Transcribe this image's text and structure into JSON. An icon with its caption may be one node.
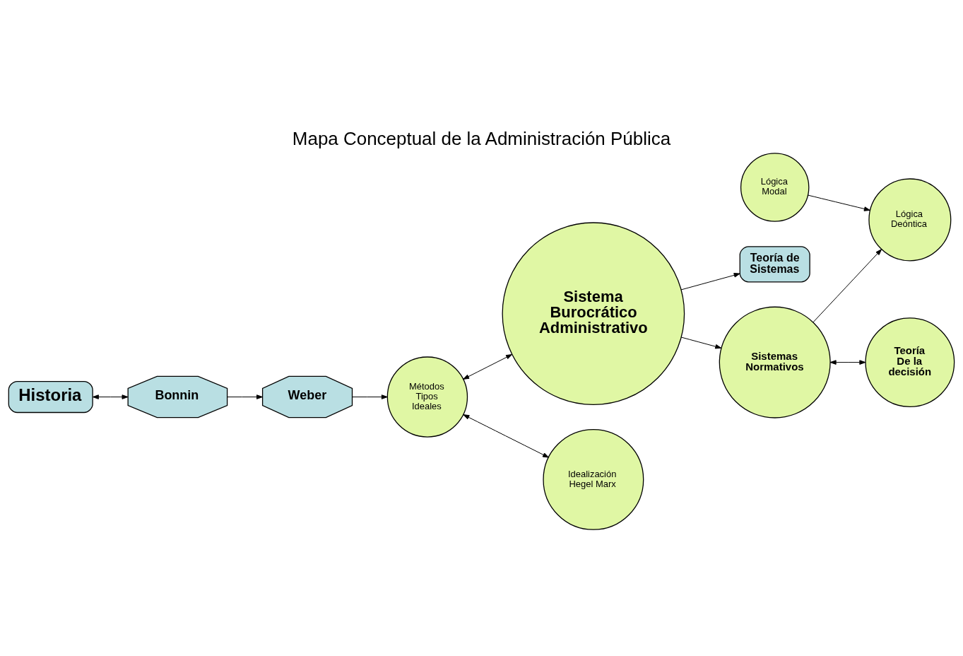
{
  "diagram": {
    "title": "Mapa Conceptual de la Administración Pública",
    "nodes": [
      {
        "text": [
          "Teoría de Sistemas"
        ]
      },
      {
        "text": [
          "Historia"
        ]
      },
      {
        "text": [
          "Sistema Burocrático Administrativo"
        ]
      },
      {
        "text": [
          "Bonnin"
        ]
      },
      {
        "text": [
          "Sistemas Normativos"
        ]
      },
      {
        "text": [
          "Métodos Tipos Ideales"
        ]
      },
      {
        "text": [
          "Lógica Deóntica"
        ]
      },
      {
        "text": [
          "Weber"
        ]
      },
      {
        "text": [
          "Teoría De la decisión"
        ]
      },
      {
        "text": [
          "Idealización Hegel Marx"
        ]
      },
      {
        "text": [
          "Lógica Modal"
        ]
      }
    ],
    "edges": [
      {
        "from": 1,
        "to": 3,
        "arrow": "both"
      },
      {
        "from": 3,
        "to": 7,
        "arrow": "to"
      },
      {
        "from": 7,
        "to": 5,
        "arrow": "to"
      },
      {
        "from": 5,
        "to": 2,
        "arrow": "both"
      },
      {
        "from": 5,
        "to": 9,
        "arrow": "both"
      },
      {
        "from": 2,
        "to": 0,
        "arrow": "to"
      },
      {
        "from": 2,
        "to": 4,
        "arrow": "to"
      },
      {
        "from": 4,
        "to": 8,
        "arrow": "both"
      },
      {
        "from": 4,
        "to": 6,
        "arrow": "to"
      },
      {
        "from": 10,
        "to": 6,
        "arrow": "to"
      }
    ]
  }
}
